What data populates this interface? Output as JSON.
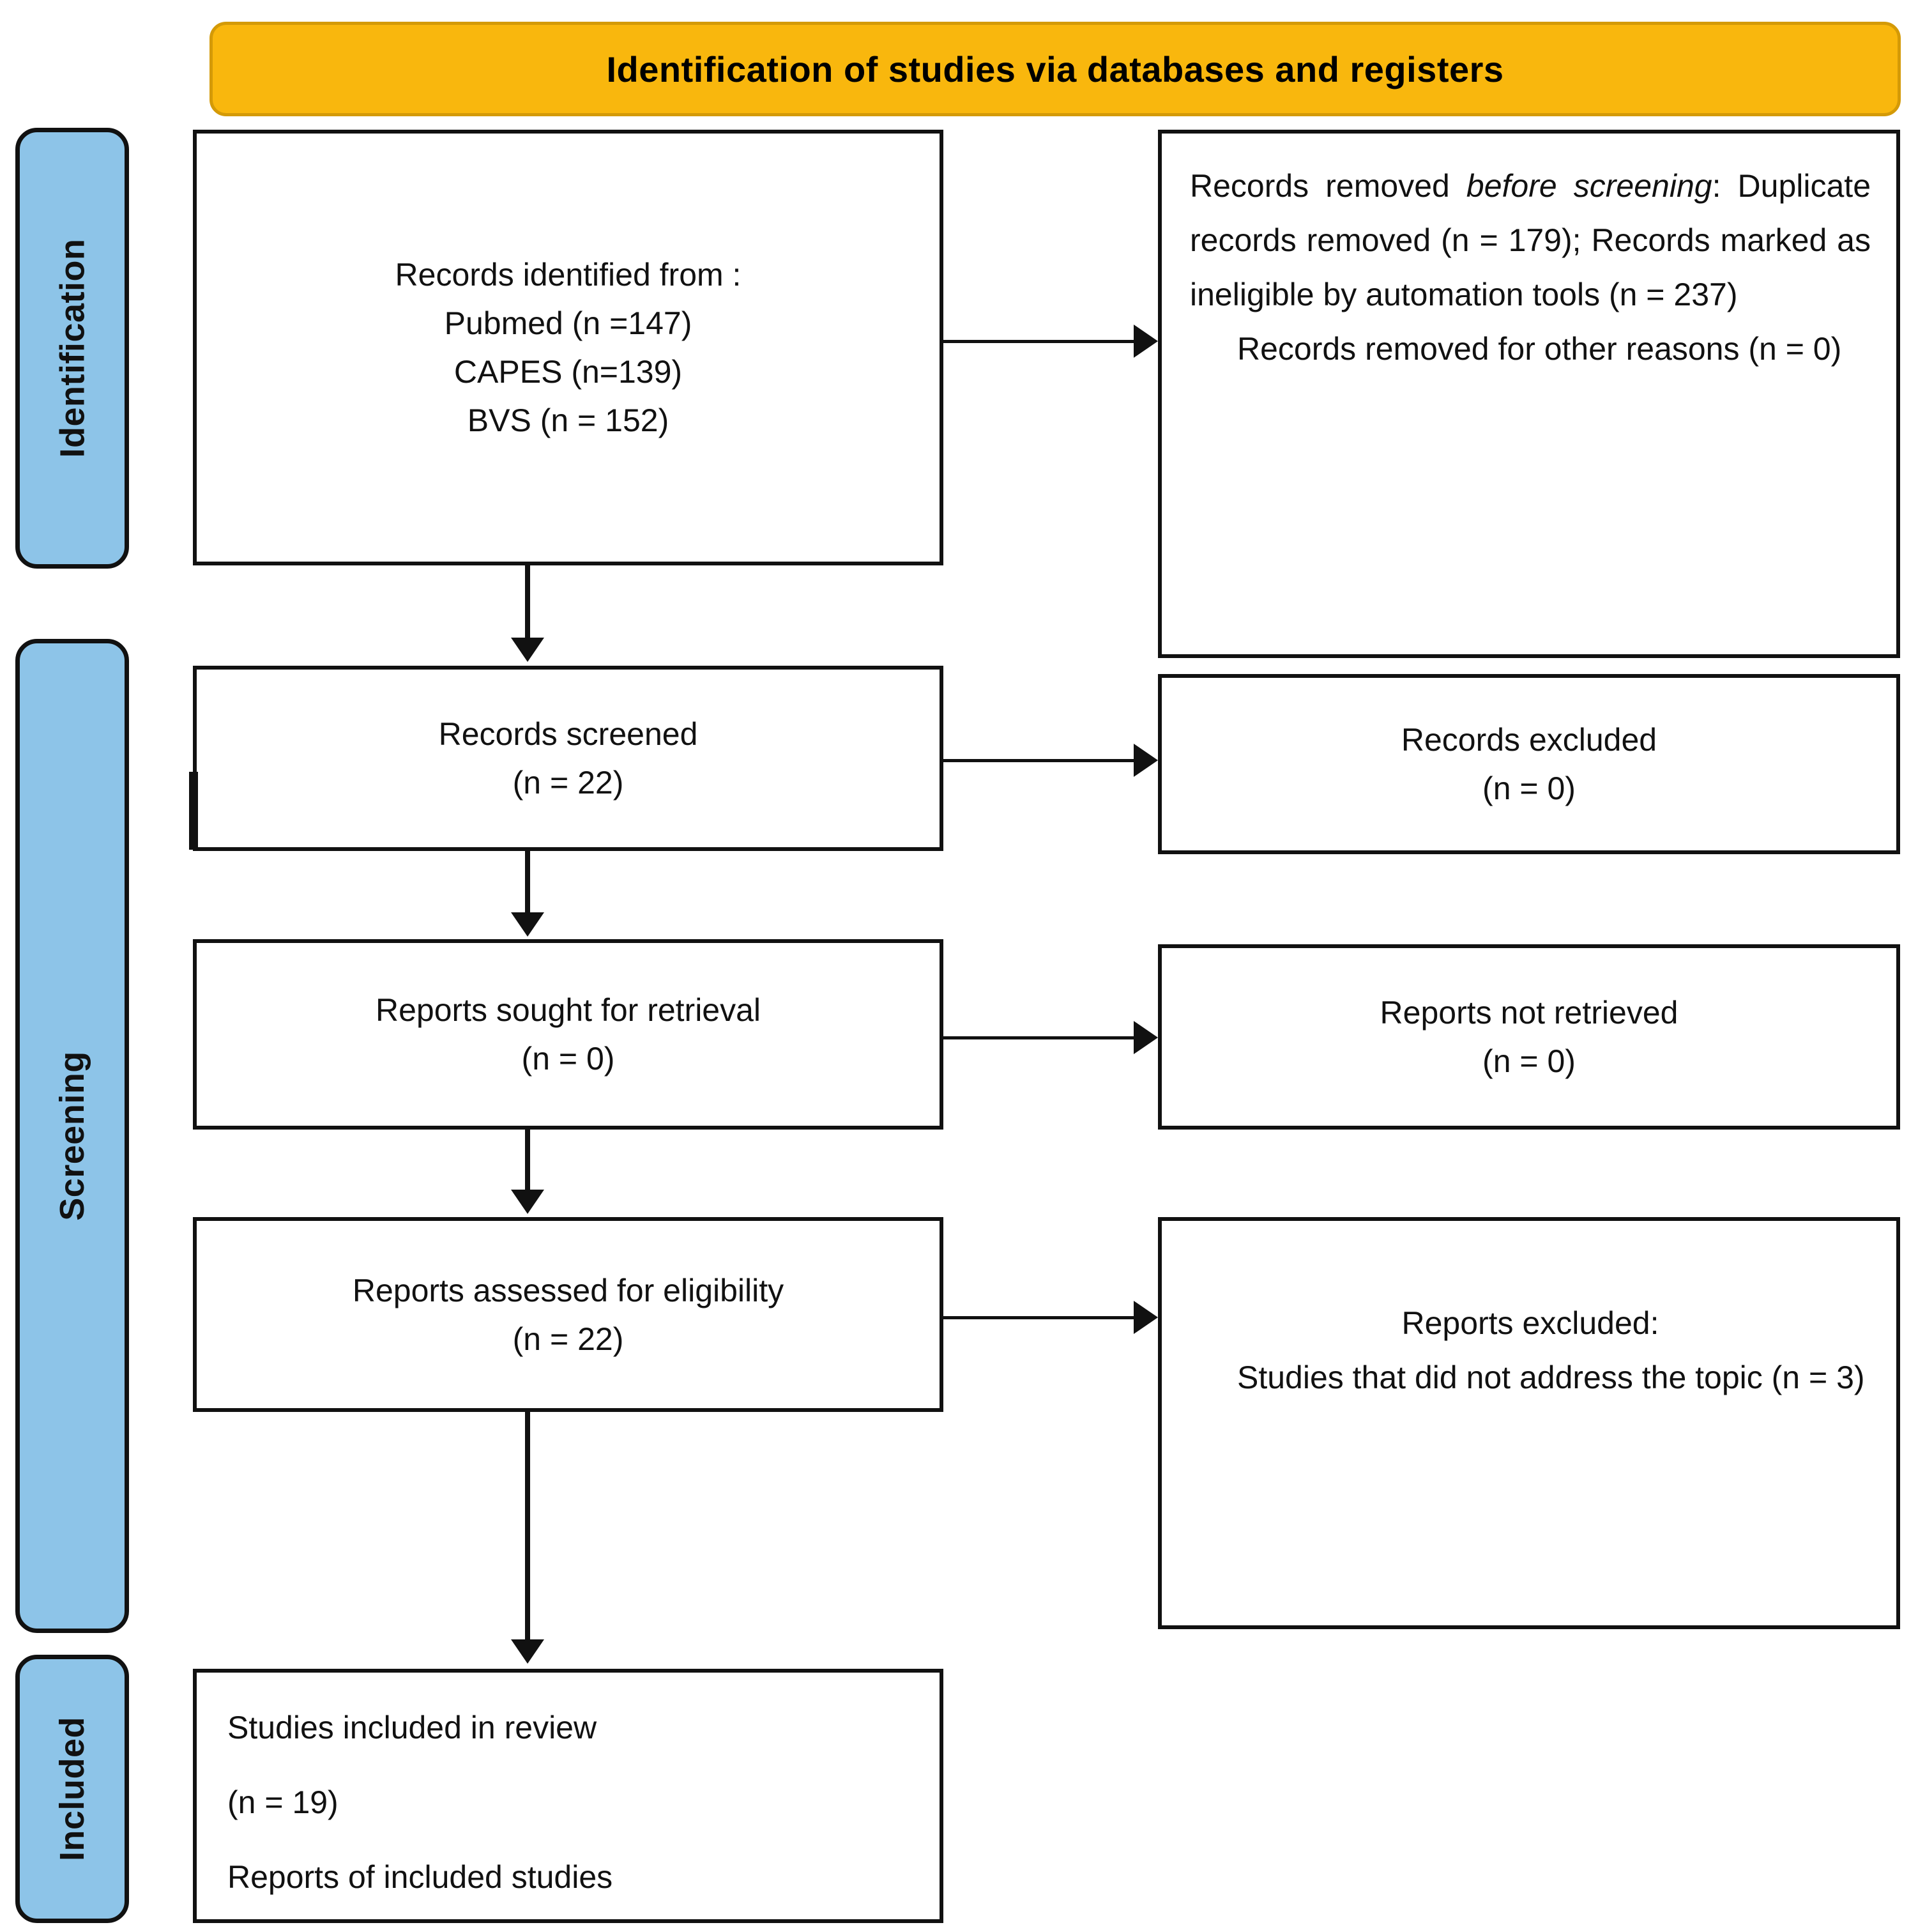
{
  "banner": {
    "title": "Identification of studies via databases and registers"
  },
  "stages": [
    {
      "id": "identification",
      "label": "Identification"
    },
    {
      "id": "screening",
      "label": "Screening"
    },
    {
      "id": "included",
      "label": "Included"
    }
  ],
  "boxes": {
    "records_identified": {
      "lines": [
        "Records identified from :",
        "Pubmed (n =147)",
        "CAPES (n=139)",
        "BVS (n = 152)"
      ]
    },
    "records_removed": {
      "para1_prefix": "Records removed ",
      "para1_italic": "before screening",
      "para1_suffix": ": Duplicate records removed (n = 179); Records marked as ineligible by automation tools (n = 237)",
      "para2": "Records removed for other reasons  (n = 0)"
    },
    "records_screened": {
      "lines": [
        "Records screened",
        "(n = 22)"
      ]
    },
    "records_excluded": {
      "lines": [
        "Records excluded",
        "(n = 0)"
      ]
    },
    "reports_sought": {
      "lines": [
        "Reports sought for retrieval",
        "(n = 0)"
      ]
    },
    "reports_not_retrieved": {
      "lines": [
        "Reports not retrieved",
        "(n = 0)"
      ]
    },
    "reports_assessed": {
      "lines": [
        "Reports assessed  for eligibility",
        "(n = 22)"
      ]
    },
    "reports_excluded": {
      "para1": "Reports excluded:",
      "para2": "Studies that did not address the topic (n = 3)"
    },
    "studies_included": {
      "lines": [
        "Studies included in review",
        "(n = 19)",
        "Reports of included studies"
      ]
    }
  },
  "colors": {
    "banner_fill": "#F9B70D",
    "banner_border": "#D49A07",
    "stage_fill": "#8DC4E8",
    "line": "#111111",
    "box_fill": "#FFFFFF"
  }
}
